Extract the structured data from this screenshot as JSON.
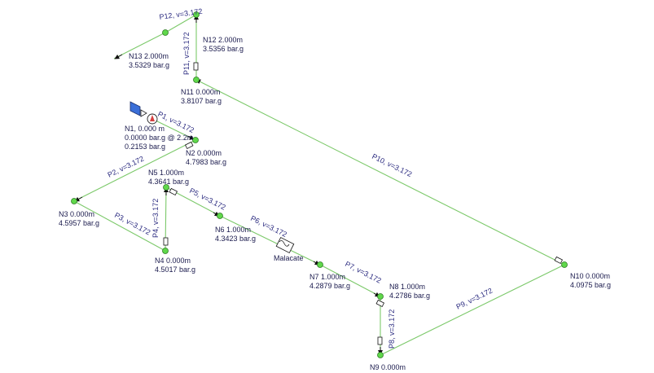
{
  "colors": {
    "pipe": "#7cc96a",
    "node_fill": "#5fd84a",
    "node_stroke": "#2f7a25",
    "label": "#1a1a4d",
    "tank": "#3b6fd8",
    "pump": "#d64040"
  },
  "nodes": [
    {
      "id": "N1",
      "lines": [
        "N1, 0.000 m",
        "0.0000 bar.g @ 2.2m",
        "0.2153 bar.g"
      ]
    },
    {
      "id": "N2",
      "lines": [
        "N2  0.000m",
        "4.7983 bar.g"
      ]
    },
    {
      "id": "N3",
      "lines": [
        "N3  0.000m",
        "4.5957 bar.g"
      ]
    },
    {
      "id": "N4",
      "lines": [
        "N4  0.000m",
        "4.5017 bar.g"
      ]
    },
    {
      "id": "N5",
      "lines": [
        "N5  1.000m",
        "4.3641 bar.g"
      ]
    },
    {
      "id": "N6",
      "lines": [
        "N6  1.000m",
        "4.3423 bar.g"
      ]
    },
    {
      "id": "N7",
      "lines": [
        "N7  1.000m",
        "4.2879 bar.g"
      ]
    },
    {
      "id": "N8",
      "lines": [
        "N8  1.000m",
        "4.2786 bar.g"
      ]
    },
    {
      "id": "N9",
      "lines": [
        "N9  0.000m"
      ]
    },
    {
      "id": "N10",
      "lines": [
        "N10  0.000m",
        "4.0975 bar.g"
      ]
    },
    {
      "id": "N11",
      "lines": [
        "N11  0.000m",
        "3.8107 bar.g"
      ]
    },
    {
      "id": "N12",
      "lines": [
        "N12  2.000m",
        "3.5356 bar.g"
      ]
    },
    {
      "id": "N13",
      "lines": [
        "N13  2.000m",
        "3.5329 bar.g"
      ]
    }
  ],
  "pipes": [
    {
      "id": "P1",
      "label": "P1, v=3.172"
    },
    {
      "id": "P2",
      "label": "P2, v=3.172"
    },
    {
      "id": "P3",
      "label": "P3, v=3.172"
    },
    {
      "id": "P4",
      "label": "P4, v=3.172"
    },
    {
      "id": "P5",
      "label": "P5, v=3.172"
    },
    {
      "id": "P6",
      "label": "P6, v=3.172"
    },
    {
      "id": "P7",
      "label": "P7, v=3.172"
    },
    {
      "id": "P8",
      "label": "P8, v=3.172"
    },
    {
      "id": "P9",
      "label": "P9, v=3.172"
    },
    {
      "id": "P10",
      "label": "P10, v=3.172"
    },
    {
      "id": "P11",
      "label": "P11, v=3.172"
    },
    {
      "id": "P12",
      "label": "P12, v=3.172"
    }
  ],
  "components": {
    "heat_exchanger_label": "Malacate"
  }
}
